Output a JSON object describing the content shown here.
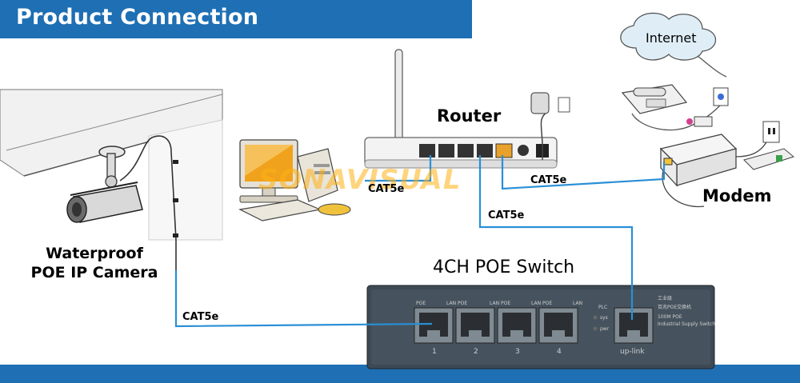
{
  "header": {
    "title": "Product Connection"
  },
  "devices": {
    "router": "Router",
    "modem": "Modem",
    "internet": "Internet",
    "camera": "Waterproof POE IP Camera",
    "camera_line1": "Waterproof",
    "camera_line2": "POE IP Camera",
    "switch": "4CH POE Switch"
  },
  "cables": {
    "computer_router": "CAT5e",
    "router_modem": "CAT5e",
    "router_switch": "CAT5e",
    "camera_switch": "CAT5e"
  },
  "watermark": "SONAVISUAL",
  "switch_panel": {
    "port_numbers": [
      "1",
      "2",
      "3",
      "4"
    ],
    "port_group_labels": [
      "POE",
      "LAN POE",
      "LAN POE",
      "LAN POE",
      "LAN"
    ],
    "indicators": [
      "PLC",
      "sys",
      "pwr"
    ],
    "uplink": "up-link",
    "brand_lines": [
      "工业级",
      "百兆POE交换机",
      "100M POE",
      "Industrial Supply Switch"
    ]
  },
  "colors": {
    "header": "#1e6fb3",
    "cable": "#2a8fd6",
    "switch_body": "#3d4a55"
  }
}
